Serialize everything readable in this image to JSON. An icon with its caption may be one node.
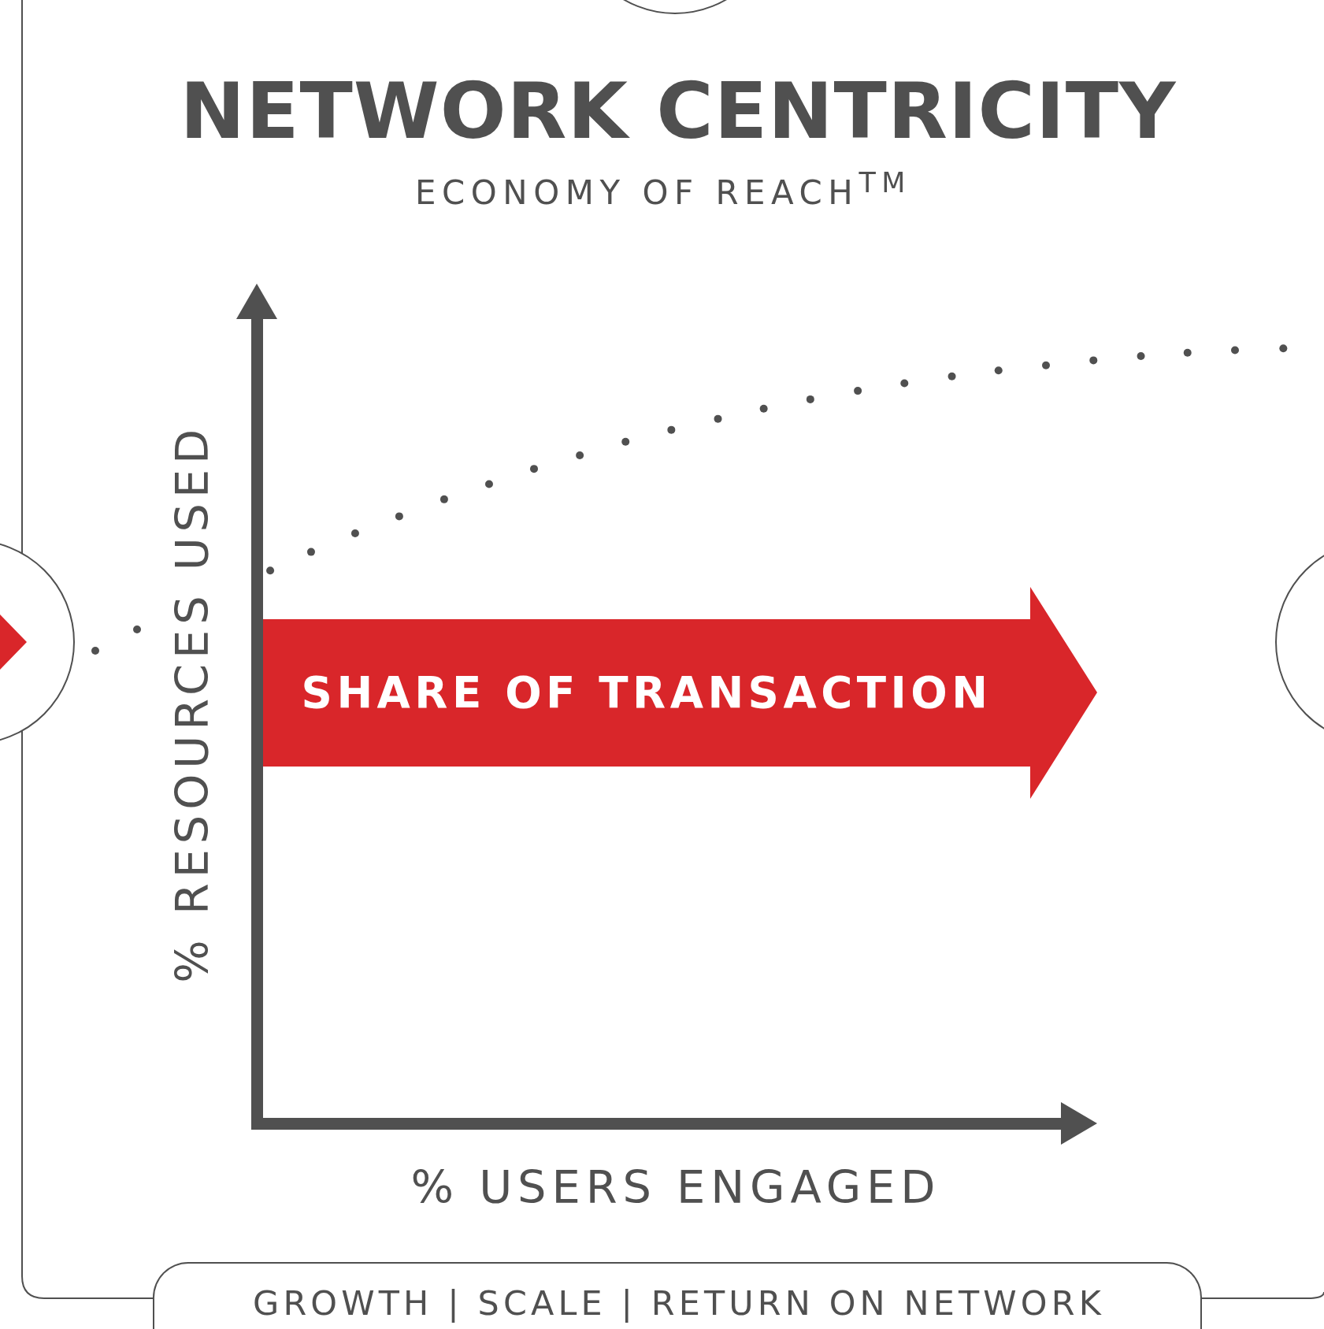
{
  "diagram": {
    "title": "NETWORK CENTRICITY",
    "nodes": [
      {
        "text": [],
        "shape": "circle"
      },
      {
        "text": [],
        "shape": "circle"
      },
      {
        "text": [
          "SHARE OF TRANSACTION"
        ]
      },
      {
        "text": [],
        "shape": "circle"
      },
      {
        "text": [
          "GROWTH | SCALE | RETURN ON NETWORK"
        ]
      }
    ],
    "labels": [
      "ECONOMY OF REACH$^{TM}$",
      "% RESOURCES USED",
      "% USERS ENGAGED"
    ]
  }
}
